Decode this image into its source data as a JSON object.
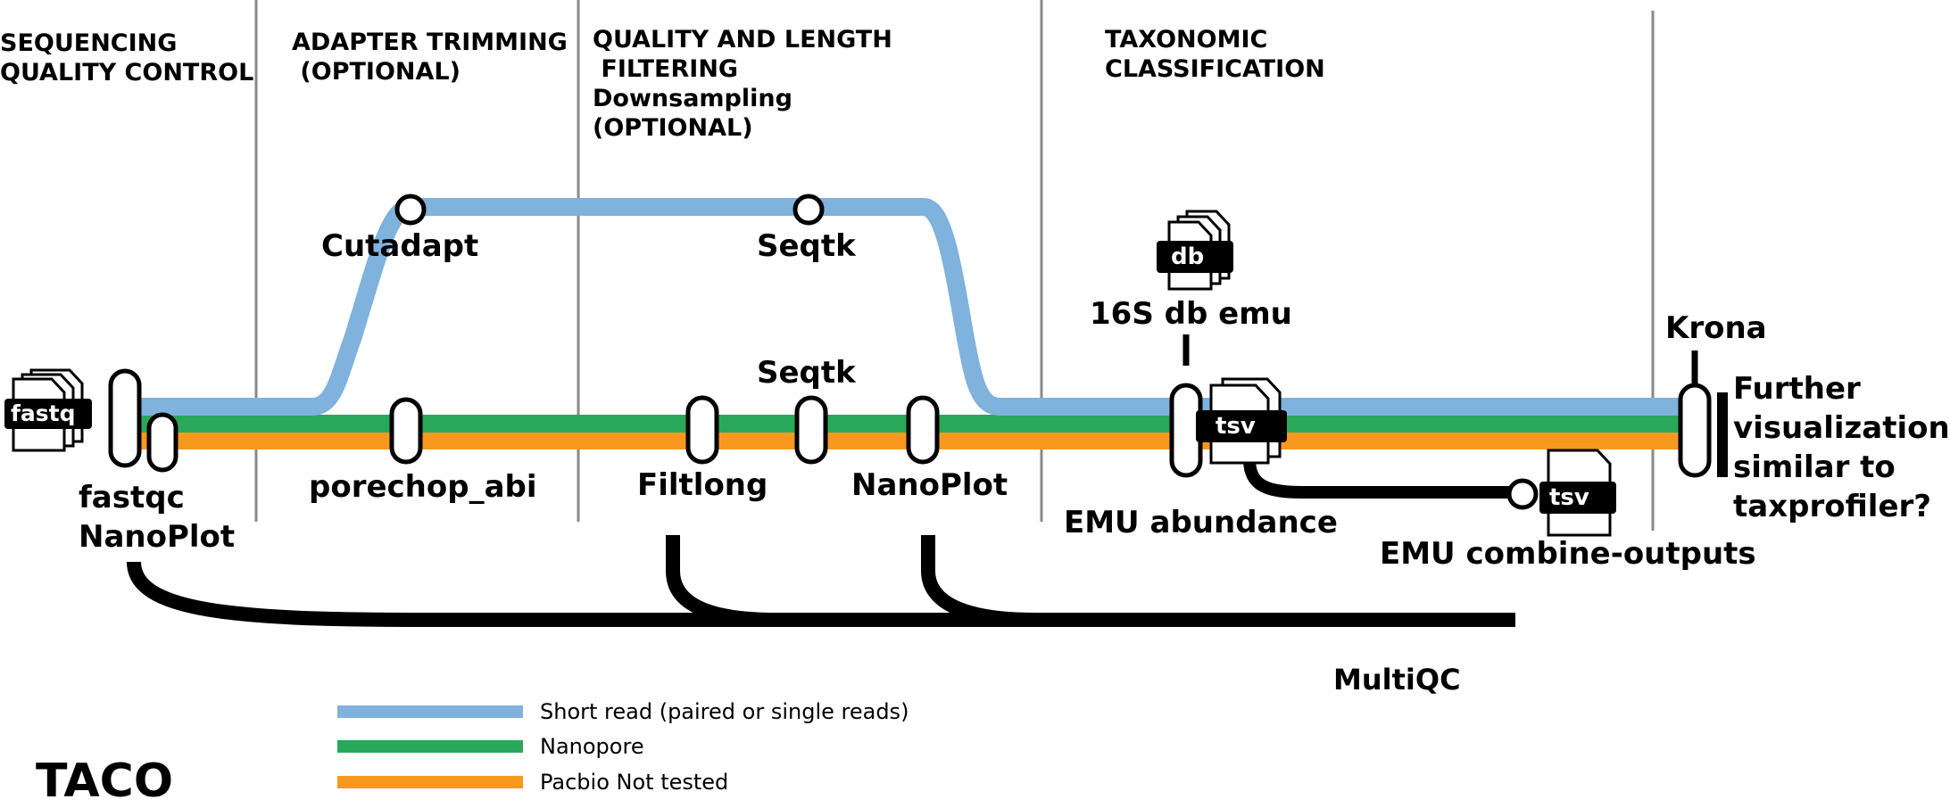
{
  "sections": [
    {
      "line1": "SEQUENCING",
      "line2": "QUALITY CONTROL"
    },
    {
      "line1": "ADAPTER TRIMMING",
      "line2": " (OPTIONAL)"
    },
    {
      "line1": "QUALITY AND LENGTH",
      "line2": " FILTERING",
      "line3": "Downsampling",
      "line4": "(OPTIONAL)"
    },
    {
      "line1": "TAXONOMIC",
      "line2": "CLASSIFICATION"
    }
  ],
  "tools": {
    "cutadapt": "Cutadapt",
    "seqtk_short": "Seqtk",
    "seqtk_long": "Seqtk",
    "fastqc": "fastqc",
    "nanoplot_qc": "NanoPlot",
    "porechop": "porechop_abi",
    "filtlong": "Filtlong",
    "nanoplot_filter": "NanoPlot",
    "emu_db": "16S db emu",
    "emu_abundance": "EMU abundance",
    "emu_combine": "EMU combine-outputs",
    "krona": "Krona",
    "multiqc": "MultiQC"
  },
  "files": {
    "fastq": "fastq",
    "db": "db",
    "tsv_main": "tsv",
    "tsv_combine": "tsv"
  },
  "further": [
    "Further",
    "visualization",
    "similar to",
    "taxprofiler?"
  ],
  "legend": [
    {
      "label": "Short read (paired or single reads)",
      "color": "#7fb2dc"
    },
    {
      "label": "Nanopore",
      "color": "#2aa85a"
    },
    {
      "label": "Pacbio Not tested",
      "color": "#f7991f"
    }
  ],
  "title": "TACO"
}
